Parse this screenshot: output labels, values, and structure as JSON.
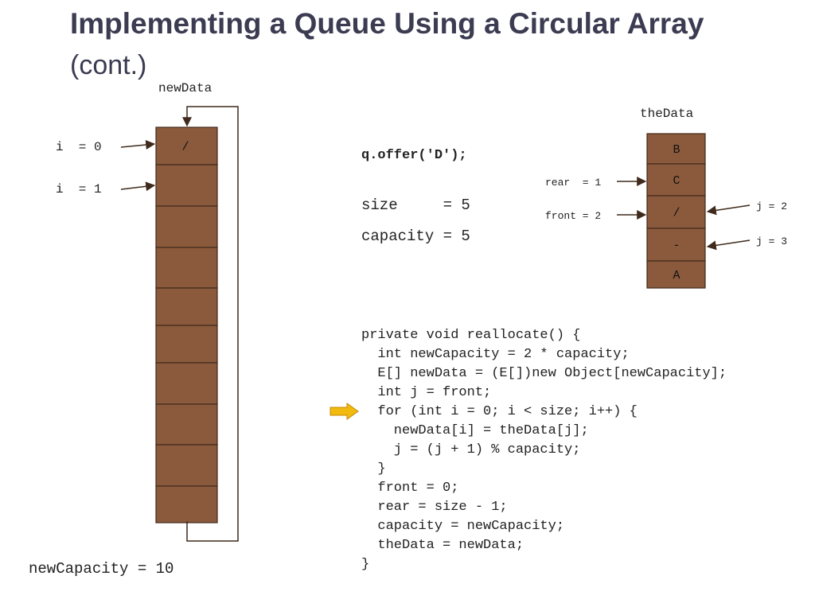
{
  "title": {
    "line1": "Implementing a Queue Using a Circular Array",
    "line2": "(cont.)"
  },
  "newData": {
    "label": "newData",
    "cells": [
      "/",
      "",
      "",
      "",
      "",
      "",
      "",
      "",
      "",
      ""
    ],
    "i_pointers": [
      "i  = 0",
      "i  = 1"
    ]
  },
  "newCapacity_text": "newCapacity = 10",
  "operation": "q.offer('D');",
  "size_text": "size     = 5",
  "capacity_text": "capacity = 5",
  "theData": {
    "label": "theData",
    "cells": [
      "B",
      "C",
      "/",
      "-",
      "A"
    ],
    "rear_label": "rear  = 1",
    "front_label": "front = 2",
    "j_labels": [
      "j = 2",
      "j = 3"
    ]
  },
  "code": [
    "private void reallocate() {",
    "  int newCapacity = 2 * capacity;",
    "  E[] newData = (E[])new Object[newCapacity];",
    "  int j = front;",
    "  for (int i = 0; i < size; i++) {",
    "    newData[i] = theData[j];",
    "    j = (j + 1) % capacity;",
    "  }",
    "  front = 0;",
    "  rear = size - 1;",
    "  capacity = newCapacity;",
    "  theData = newData;",
    "}"
  ],
  "colors": {
    "cell_fill": "#8b5a3c",
    "cell_border": "#3f2a1c",
    "arrow": "#3f2a1c",
    "pointer_arrow": "#f2b90f",
    "title": "#3b3b52"
  },
  "current_code_line": 4
}
